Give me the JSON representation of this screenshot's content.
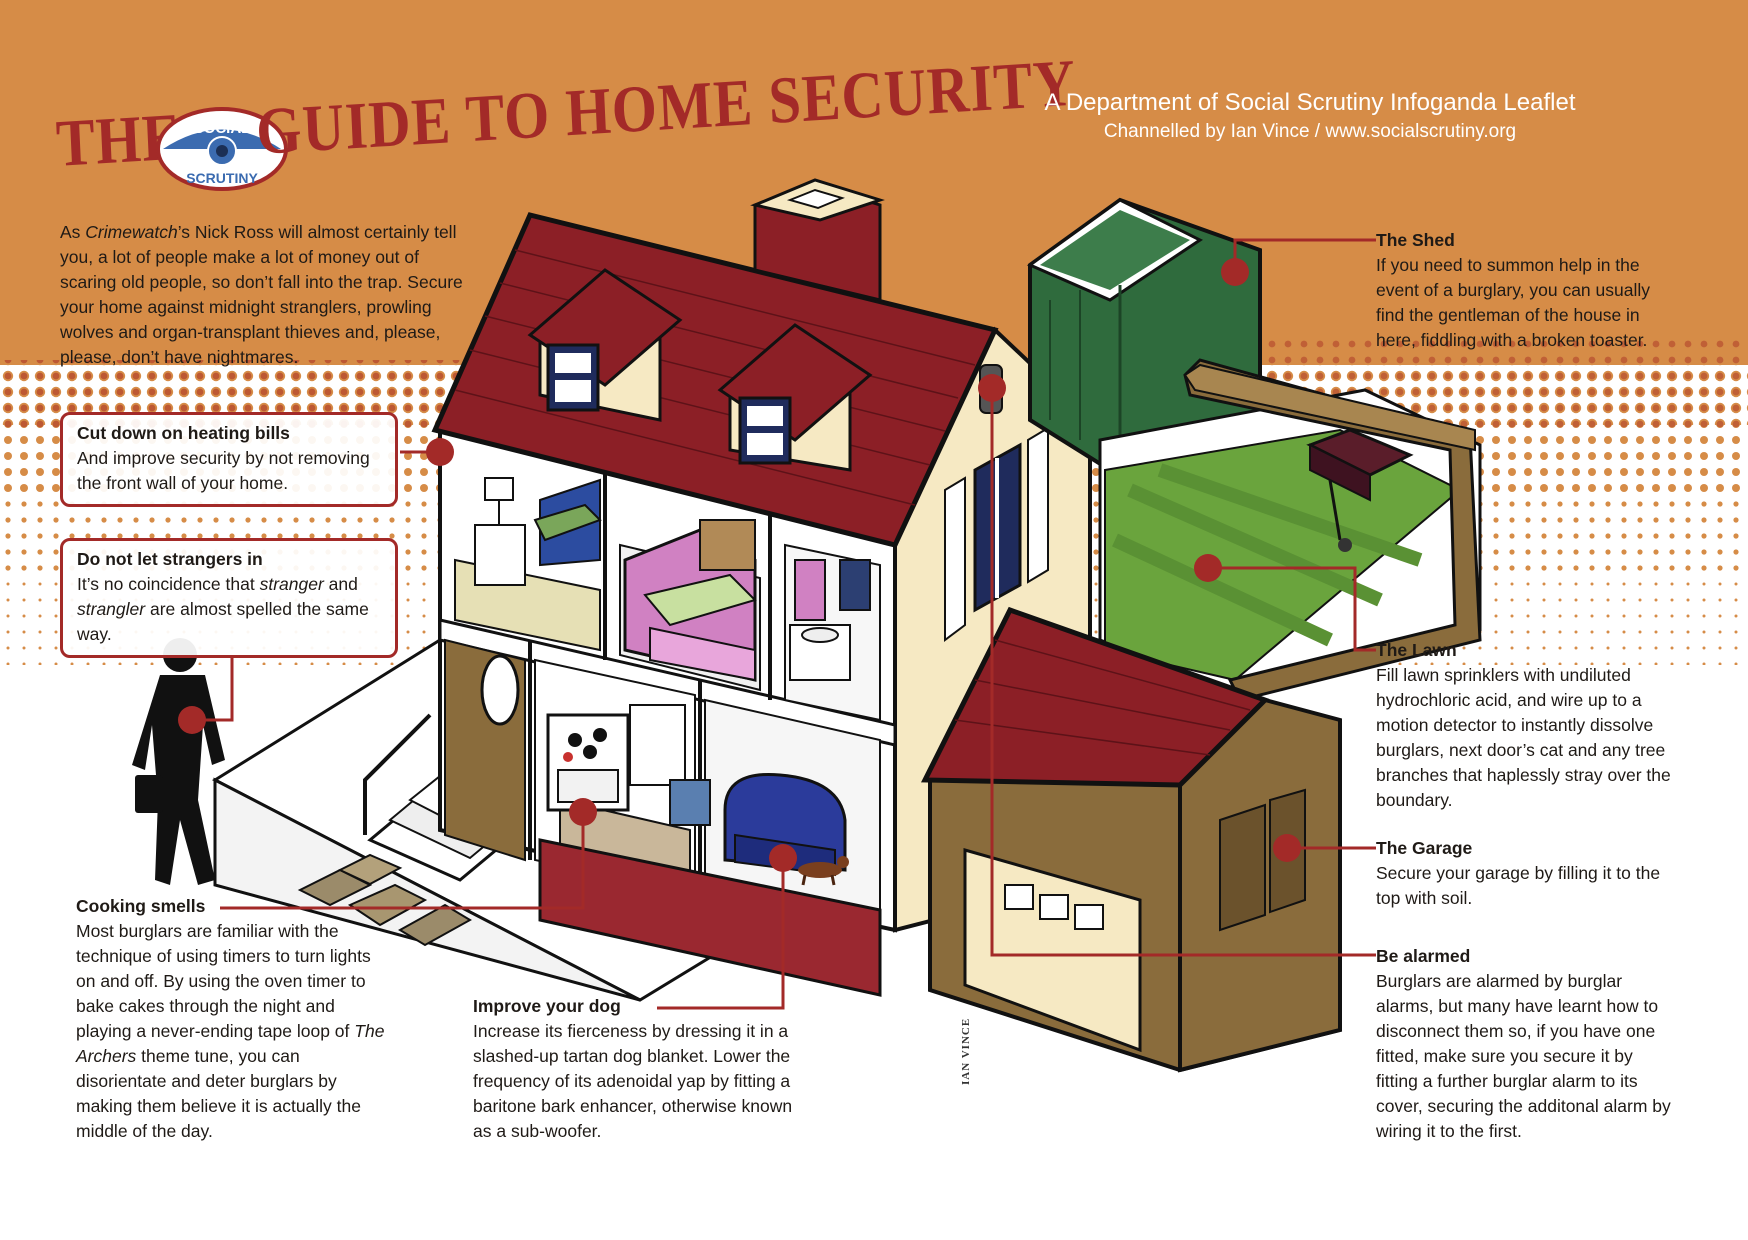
{
  "title": {
    "prefix": "THE",
    "main": "GUIDE TO HOME SECURITY",
    "logo_top": "SOCIAL",
    "logo_bottom": "SCRUTINY"
  },
  "header": {
    "line1": "A Department of Social Scrutiny Infoganda Leaflet",
    "line2": "Channelled by Ian Vince / www.socialscrutiny.org"
  },
  "intro": {
    "p1": "As ",
    "p2": "Crimewatch",
    "p3": "’s Nick Ross will almost certainly tell you, a lot of people make a lot of money out of scaring old people, so don’t fall into the trap. Secure your home against midnight stranglers, prowling wolves and organ-transplant thieves and, please, please, don’t have nightmares."
  },
  "callouts": {
    "heating": {
      "title": "Cut down on heating bills",
      "body": "And improve security by not removing the front wall of your home."
    },
    "strangers": {
      "title": "Do not let strangers in",
      "b1": "It’s no coincidence that ",
      "b2": "stranger",
      "b3": " and ",
      "b4": "strangler",
      "b5": " are almost spelled the same way."
    },
    "cooking": {
      "title": "Cooking smells",
      "b1": "Most burglars are familiar with the technique of using timers to turn lights on and off. By using the oven timer to bake cakes through the night and playing a never-ending tape loop of ",
      "b2": "The Archers",
      "b3": " theme tune, you can disorientate and deter burglars by making them believe it is actually the middle of the day."
    },
    "dog": {
      "title": "Improve your dog",
      "body": "Increase its fierceness by dressing it in a slashed-up tartan dog blanket. Lower the frequency of its adenoidal yap by fitting a baritone bark enhancer, otherwise known as a sub-woofer."
    },
    "shed": {
      "title": "The Shed",
      "body": "If you need to summon help in the event of a burglary, you can usually find the gentleman of the house in here, fiddling with a broken toaster."
    },
    "lawn": {
      "title": "The Lawn",
      "body": "Fill lawn sprinklers with undiluted hydrochloric acid, and wire up to a motion detector to instantly dissolve burglars, next door’s cat and any tree branches that haplessly stray over the boundary."
    },
    "garage": {
      "title": "The Garage",
      "body": "Secure your garage by filling it to the top with soil."
    },
    "alarmed": {
      "title": "Be alarmed",
      "body": "Burglars are alarmed by burglar alarms, but many have learnt how to disconnect them so, if you have one fitted, make sure you secure it by fitting a further burglar alarm to its cover, securing the additonal alarm by wiring it to the first."
    }
  },
  "credit": "IAN VINCE",
  "colors": {
    "background_band": "#d68c47",
    "accent_red": "#a32a28",
    "roof": "#8c1f26",
    "house_wall": "#f6e9c3",
    "lawn": "#6aa43d",
    "shed": "#2f6b3d",
    "siding": "#8a6c3c"
  }
}
